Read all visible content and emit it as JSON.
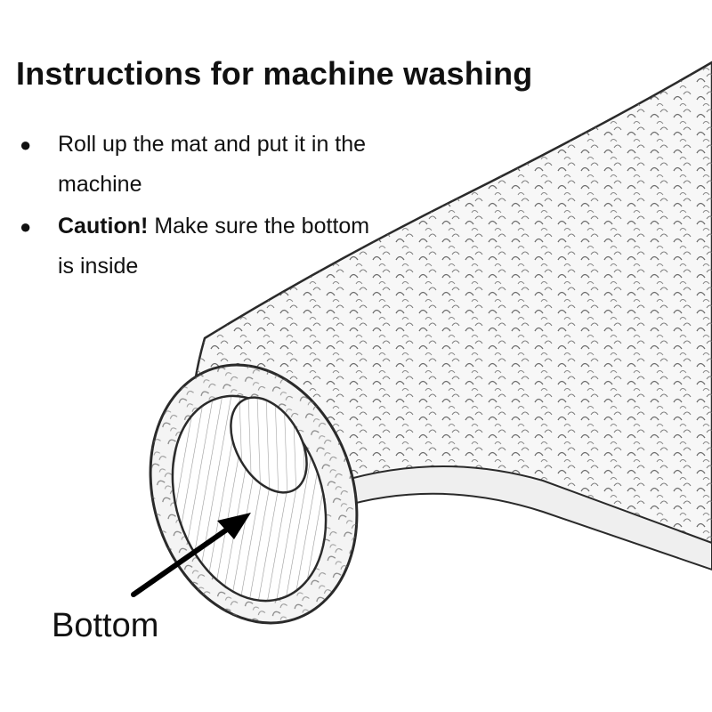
{
  "title": "Instructions for machine washing",
  "instructions": [
    {
      "emphasis": "",
      "text": "Roll up the mat and put it in the machine"
    },
    {
      "emphasis": "Caution!",
      "text": "Make sure the bottom is inside"
    }
  ],
  "callout": {
    "label": "Bottom"
  },
  "colors": {
    "ink": "#111111",
    "mat_fill": "#f7f7f7",
    "mat_outline": "#2a2a2a",
    "arrow": "#000000"
  },
  "icons": {
    "bullet": "bullet-dot-icon",
    "pointer": "arrow-pointer-icon"
  }
}
